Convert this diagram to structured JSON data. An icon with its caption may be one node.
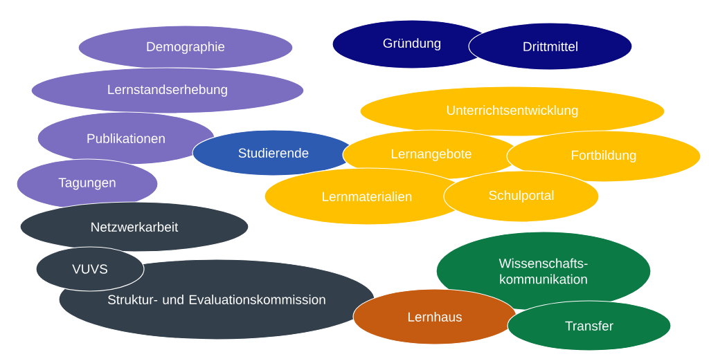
{
  "diagram": {
    "nodes": [
      {
        "text": [
          "Demographie"
        ]
      },
      {
        "text": [
          "Gründung"
        ]
      },
      {
        "text": [
          "Drittmittel"
        ]
      },
      {
        "text": [
          "Lernstandserhebung"
        ]
      },
      {
        "text": [
          "Unterrichtsentwicklung"
        ]
      },
      {
        "text": [
          "Publikationen"
        ]
      },
      {
        "text": [
          "Studierende"
        ]
      },
      {
        "text": [
          "Lernangebote"
        ]
      },
      {
        "text": [
          "Fortbildung"
        ]
      },
      {
        "text": [
          "Tagungen"
        ]
      },
      {
        "text": [
          "Lernmaterialien"
        ]
      },
      {
        "text": [
          "Schulportal"
        ]
      },
      {
        "text": [
          "Netzwerkarbeit"
        ]
      },
      {
        "text": [
          "Wissenschafts- kommunikation"
        ]
      },
      {
        "text": [
          "VUVS"
        ]
      },
      {
        "text": [
          "Struktur- und Evaluationskommission"
        ]
      },
      {
        "text": [
          "Lernhaus"
        ]
      },
      {
        "text": [
          "Transfer"
        ]
      }
    ]
  }
}
